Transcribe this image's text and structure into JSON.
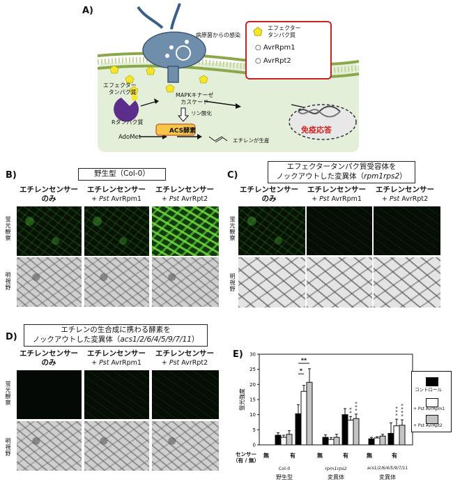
{
  "panel_a": {
    "label": "A)",
    "infection": "病原菌からの感染",
    "effector_left_1": "エフェクター",
    "effector_left_2": "タンパク質",
    "r_protein": "Rタンパク質",
    "mapk_1": "MAPKキナーゼ",
    "mapk_2": "カスケード",
    "phospho": "リン酸化",
    "acs": "ACS酵素",
    "adomet": "AdoMet",
    "ethylene_prod": "エチレンが生産",
    "immune": "免疫応答",
    "legend": {
      "line1": "エフェクター",
      "line2": "タンパク質",
      "items": [
        "AvrRpm1",
        "AvrRpt2"
      ]
    }
  },
  "panel_b": {
    "label": "B)",
    "title": "野生型（Col-0）",
    "cols": [
      {
        "l1": "エチレンセンサー",
        "l2": "のみ",
        "pst": "",
        "l3": ""
      },
      {
        "l1": "エチレンセンサー",
        "l2": "+ ",
        "pst": "Pst",
        "l3": " AvrRpm1"
      },
      {
        "l1": "エチレンセンサー",
        "l2": "+ ",
        "pst": "Pst",
        "l3": " AvrRpt2"
      }
    ],
    "row_fluor": "蛍光観察",
    "row_bright": "明視野"
  },
  "panel_c": {
    "label": "C)",
    "title1": "エフェクタータンパク質受容体を",
    "title2a": "ノックアウトした変異体（",
    "title2b": "rpm1rps2",
    "title2c": "）",
    "cols": [
      {
        "l1": "エチレンセンサー",
        "l2": "のみ",
        "pst": "",
        "l3": ""
      },
      {
        "l1": "エチレンセンサー",
        "l2": "+ ",
        "pst": "Pst",
        "l3": " AvrRpm1"
      },
      {
        "l1": "エチレンセンサー",
        "l2": "+ ",
        "pst": "Pst",
        "l3": " AvrRpt2"
      }
    ],
    "row_fluor": "蛍光観察",
    "row_bright": "明視野"
  },
  "panel_d": {
    "label": "D)",
    "title1": "エチレンの生合成に携わる酵素を",
    "title2a": "ノックアウトした変異体（",
    "title2b": "acs1/2/6/4/5/9/7/11",
    "title2c": "）",
    "cols": [
      {
        "l1": "エチレンセンサー",
        "l2": "のみ",
        "pst": "",
        "l3": ""
      },
      {
        "l1": "エチレンセンサー",
        "l2": "+ ",
        "pst": "Pst",
        "l3": " AvrRpm1"
      },
      {
        "l1": "エチレンセンサー",
        "l2": "+ ",
        "pst": "Pst",
        "l3": " AvrRpt2"
      }
    ],
    "row_fluor": "蛍光観察",
    "row_bright": "明視野"
  },
  "panel_e": {
    "label": "E)",
    "sensor_label_1": "センサー",
    "sensor_label_2": "（有 / 無）",
    "sensor_values": [
      "無",
      "有",
      "無",
      "有",
      "無",
      "有"
    ],
    "genotypes": [
      "Col-0",
      "rpm1rps2",
      "acs1/2/6/4/5/9/7/11"
    ],
    "genotype_types": [
      "野生型",
      "変異体",
      "変異体"
    ],
    "significance": [
      "**",
      "*"
    ]
  },
  "chart_data": {
    "type": "bar",
    "ylabel": "蛍光強度",
    "ylim": [
      0,
      30
    ],
    "yticks": [
      0,
      5,
      10,
      15,
      20,
      25,
      30
    ],
    "categories": [
      "Col-0 無",
      "Col-0 有",
      "rpm1rps2 無",
      "rpm1rps2 有",
      "acs 無",
      "acs 有"
    ],
    "series": [
      {
        "name": "コントロール",
        "color": "#000000",
        "values": [
          3.2,
          10.3,
          2.5,
          10.0,
          2.0,
          3.8
        ],
        "errors": [
          0.8,
          3.0,
          0.8,
          2.0,
          0.5,
          3.5
        ]
      },
      {
        "name": "+ Pst AvrRpm1",
        "color": "#ffffff",
        "values": [
          2.5,
          17.7,
          1.8,
          8.2,
          2.3,
          6.3
        ],
        "errors": [
          0.7,
          2.0,
          0.6,
          1.2,
          0.4,
          2.2
        ]
      },
      {
        "name": "+ Pst AvrRpt2",
        "color": "#c4c4c4",
        "values": [
          3.5,
          20.7,
          2.5,
          8.7,
          2.9,
          6.5
        ],
        "errors": [
          1.2,
          4.5,
          1.0,
          1.5,
          0.6,
          1.8
        ]
      }
    ],
    "annotations": [
      {
        "category": 3,
        "series": 1,
        "text": "**"
      },
      {
        "category": 3,
        "series": 2,
        "text": "***"
      },
      {
        "category": 5,
        "series": 1,
        "text": "***"
      },
      {
        "category": 5,
        "series": 2,
        "text": "****"
      }
    ]
  }
}
